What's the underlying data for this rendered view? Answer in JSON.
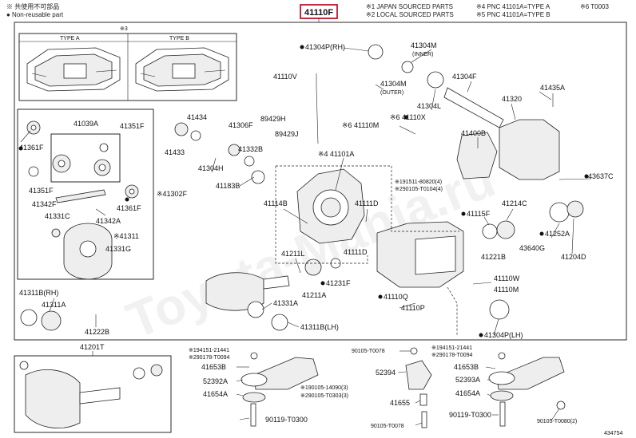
{
  "header": {
    "legend_left_1": "※ 共使用不可部品",
    "legend_left_2": "● Non-reusable part",
    "title_part": "41110F",
    "legend_right_1": "※1 JAPAN SOURCED PARTS",
    "legend_right_2": "※2 LOCAL SOURCED PARTS",
    "legend_right_3": "※4 PNC 41101A=TYPE A",
    "legend_right_4": "※5 PNC 41101A=TYPE B",
    "legend_right_5": "※6 T0003"
  },
  "type_box": {
    "ref": "※3",
    "type_a": "TYPE A",
    "type_b": "TYPE B"
  },
  "footer_code": "434754",
  "watermark": "Toyota-Mania.ru",
  "labels": {
    "l_41304P_RH": "41304P(RH)",
    "l_41304M_inner": "41304M",
    "l_inner": "(INNER)",
    "l_41110V": "41110V",
    "l_41304M_outer": "41304M",
    "l_outer": "(OUTER)",
    "l_41304F": "41304F",
    "l_41435A": "41435A",
    "l_41304L": "41304L",
    "l_41320": "41320",
    "l_41110M": "※6 41110M",
    "l_41110X": "※6 41110X",
    "l_41400B": "41400B",
    "l_41039A": "41039A",
    "l_41351F_top": "41351F",
    "l_41361F_left": "41361F",
    "l_41434": "41434",
    "l_41433": "41433",
    "l_41306F": "41306F",
    "l_89429H": "89429H",
    "l_89429J": "89429J",
    "l_41332B": "41332B",
    "l_41304H": "41304H",
    "l_41101A": "※4 41101A",
    "l_41183B": "41183B",
    "l_91511": "※191511-80820(4)",
    "l_90105_1": "※290105-T0104(4)",
    "l_43637C": "43637C",
    "l_41351F_bottom": "41351F",
    "l_41302F": "※41302F",
    "l_41342F": "41342F",
    "l_41361F_right": "41361F",
    "l_41342A": "41342A",
    "l_41331C": "41331C",
    "l_41311": "※41311",
    "l_41331G": "41331G",
    "l_41114B": "41114B",
    "l_41111D_top": "41111D",
    "l_41115F": "41115F",
    "l_41214C": "41214C",
    "l_41252A": "41252A",
    "l_41221B": "41221B",
    "l_43640G": "43640G",
    "l_41204D": "41204D",
    "l_41211L": "41211L",
    "l_41111D_bottom": "41111D",
    "l_41231F": "41231F",
    "l_41211A": "41211A",
    "l_41110W": "41110W",
    "l_41110M_b": "41110M",
    "l_41311B_RH": "41311B(RH)",
    "l_41311A": "41311A",
    "l_41222B": "41222B",
    "l_41331A": "41331A",
    "l_41110Q": "41110Q",
    "l_41110P": "41110P",
    "l_41311B_LH": "41311B(LH)",
    "l_41304P_LH": "41304P(LH)",
    "l_41201T": "41201T",
    "l_bl_1": "※194151-21441",
    "l_bl_2": "※290178-T0094",
    "l_41653B_l": "41653B",
    "l_52392A": "52392A",
    "l_41654A_l": "41654A",
    "l_bl_3": "※190105-14090(3)",
    "l_bl_4": "※290105-T0303(3)",
    "l_90119_l": "90119-T0300",
    "l_90105_T0078_top": "90105-T0078",
    "l_52394": "52394",
    "l_41655": "41655",
    "l_90105_T0078_bot": "90105-T0078",
    "l_br_1": "※194151-21441",
    "l_br_2": "※290178-T0094",
    "l_41653B_r": "41653B",
    "l_52393A": "52393A",
    "l_41654A_r": "41654A",
    "l_90119_r": "90119-T0300",
    "l_90105_T0080": "90105-T0080(2)"
  }
}
